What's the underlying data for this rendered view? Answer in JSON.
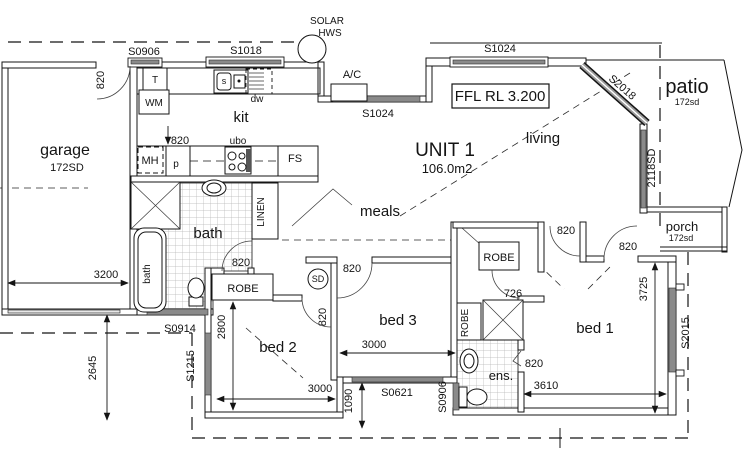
{
  "unit": {
    "name": "UNIT 1",
    "area": "106.0m2",
    "ffl": "FFL RL 3.200"
  },
  "rooms": {
    "garage": "garage",
    "garage_door": "172SD",
    "kitchen": "kit",
    "living": "living",
    "meals": "meals",
    "bath": "bath",
    "bed1": "bed 1",
    "bed2": "bed 2",
    "bed3": "bed 3",
    "ensuite": "ens.",
    "patio": "patio",
    "patio_door": "172sd",
    "porch": "porch",
    "porch_door": "172sd"
  },
  "fixtures": {
    "solar_line1": "SOLAR",
    "solar_line2": "HWS",
    "air_conditioner": "A/C",
    "laundry_tub": "T",
    "washing_machine": "WM",
    "manhole": "MH",
    "pantry": "p",
    "fridge_space": "FS",
    "dishwasher": "dw",
    "oven": "ubo",
    "sink": "s",
    "tub_label": "bath",
    "linen": "LINEN",
    "robe_bed2": "ROBE",
    "robe_bed1": "ROBE",
    "robe_bed3": "ROBE",
    "smoke_detector": "SD"
  },
  "windows": {
    "s0906_kitchen": "S0906",
    "s1018_kitchen": "S1018",
    "s1024_family": "S1024",
    "s1024_living": "S1024",
    "s2018_living": "S2018",
    "sd2118_living": "2118SD",
    "s0914_bath": "S0914",
    "s1215_bed2": "S1215",
    "s0621_bed3": "S0621",
    "s0906_ens": "S0906",
    "s2015_bed1": "S2015"
  },
  "doors": {
    "garage_rear": "820",
    "kitchen_entry": "820",
    "bath": "820",
    "bed3": "820",
    "bed2": "820",
    "bed1_hall": "820",
    "porch_entry": "820",
    "ens": "820",
    "robe_bed1": "726"
  },
  "dimensions": {
    "garage_width": "3200",
    "garage_side": "2645",
    "bed2_depth": "2800",
    "bed2_width": "3000",
    "bed3_width": "3000",
    "side_setback": "1090",
    "bed1_width": "3610",
    "bed1_depth": "3725"
  }
}
